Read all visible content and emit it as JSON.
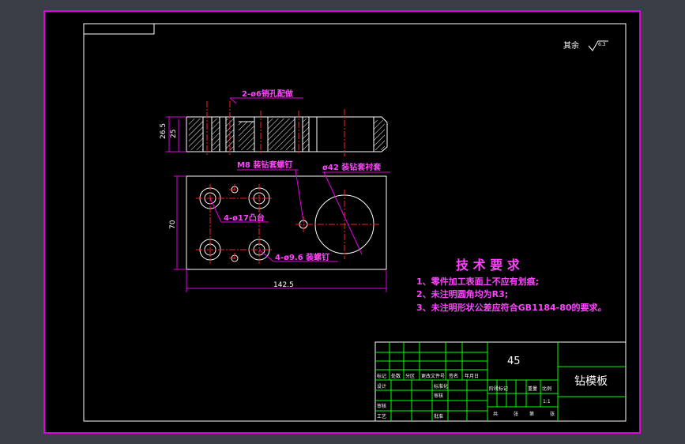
{
  "drawing": {
    "surface_finish": "其余",
    "finish_symbol_value": "6.3",
    "callouts": {
      "pin_holes": "2-ø6销孔配做",
      "bolt": "M8 装钻套螺钉",
      "bushing": "ø42 装钻套衬套",
      "bosses": "4-ø17凸台",
      "screw_holes": "4-ø9.6 装螺钉"
    },
    "dimensions": {
      "height_outer": "26.5",
      "height_inner": "25",
      "width": "70",
      "length": "142.5"
    },
    "tech_requirements": {
      "title": "技 术 要 求",
      "items": [
        "1、零件加工表面上不应有划痕;",
        "2、未注明圆角均为R3;",
        "3、未注明形状公差应符合GB1184-80的要求。"
      ]
    },
    "title_block": {
      "material": "45",
      "part_name": "钻模板",
      "scale": "1:1",
      "row_labels": [
        "标记",
        "处数",
        "分区",
        "更改文件号",
        "签名",
        "年月日"
      ],
      "left_labels": [
        "设计",
        "审核",
        "工艺"
      ],
      "mid_labels": [
        "标准化",
        "审核",
        "批准"
      ],
      "stage_labels": [
        "阶段标记",
        "重量",
        "比例"
      ],
      "sheet_labels": [
        "共",
        "张",
        "第",
        "张"
      ]
    }
  },
  "colors": {
    "background": "#000000",
    "frame": "#e000e0",
    "line": "#ffffff",
    "center": "#ff2020",
    "dimension": "#e000e0",
    "title_block": "#00ff00",
    "text": "#ffffff"
  }
}
